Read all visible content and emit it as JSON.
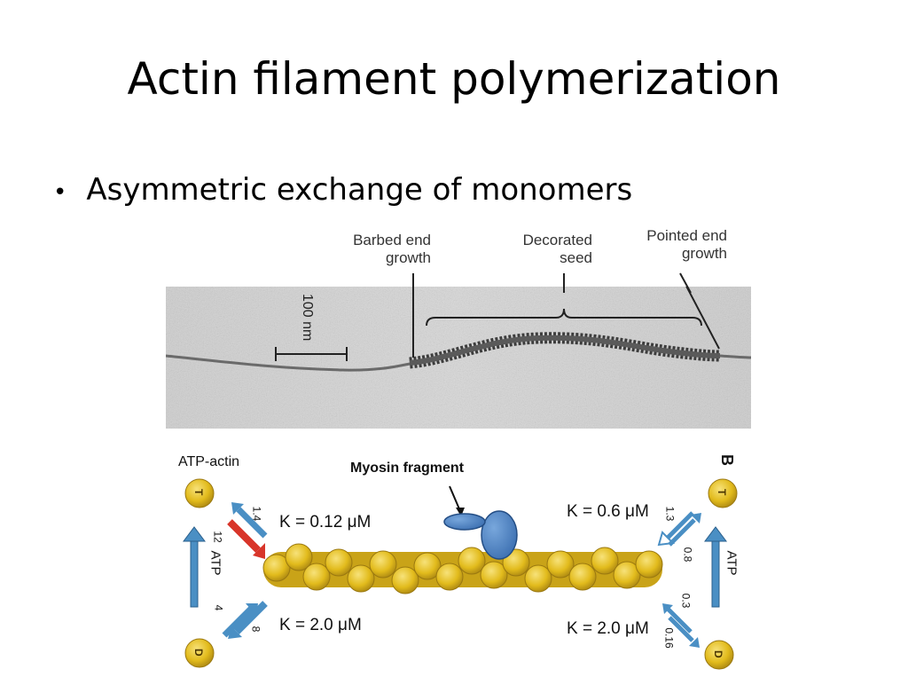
{
  "slide": {
    "title": "Actin filament polymerization",
    "bullet": "Asymmetric exchange of monomers"
  },
  "micrograph": {
    "barbed_end_label": [
      "Barbed end",
      "growth"
    ],
    "decorated_seed_label": [
      "Decorated",
      "seed"
    ],
    "pointed_end_label": [
      "Pointed end",
      "growth"
    ],
    "scale_bar_label": "100 nm"
  },
  "diagram": {
    "atp_actin_label": "ATP-actin",
    "myosin_label": "Myosin fragment",
    "panel_letter": "B",
    "atp_left": "ATP",
    "atp_right": "ATP",
    "k_left_top": "K = 0.12 μM",
    "k_left_bottom": "K = 2.0 μM",
    "k_right_top": "K = 0.6 μM",
    "k_right_bottom": "K = 2.0 μM",
    "rate_l1": "1.4",
    "rate_l2": "12",
    "rate_l3": "4",
    "rate_l4": "8",
    "rate_r1": "1.3",
    "rate_r2": "0.8",
    "rate_r3": "0.3",
    "rate_r4": "0.16",
    "monomer_t": "T",
    "monomer_d": "D"
  },
  "colors": {
    "arrow_blue": "#4a8fc4",
    "arrow_red": "#d8352a",
    "actin_yellow": "#e6c21f",
    "myosin_blue": "#4f86c6"
  }
}
